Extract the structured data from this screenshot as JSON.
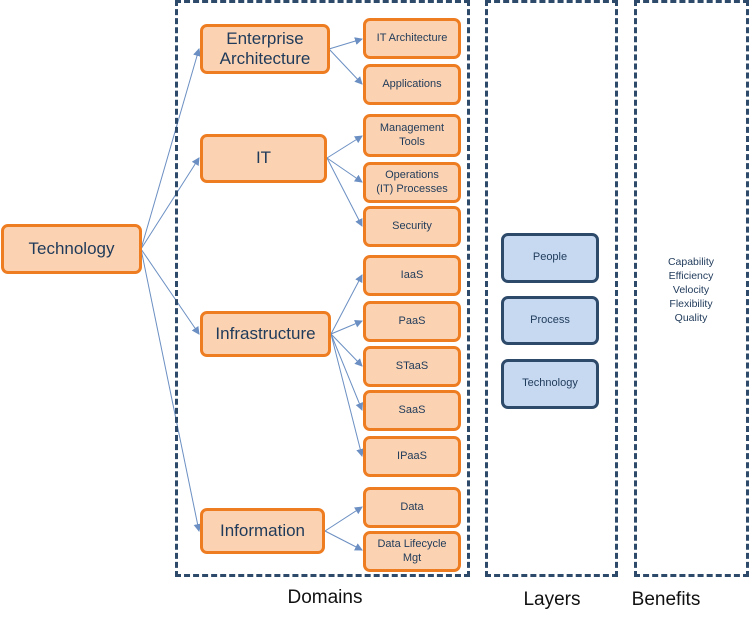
{
  "diagram": {
    "root": "Technology",
    "domains": [
      {
        "name": "Enterprise Architecture",
        "children": [
          "IT Architecture",
          "Applications"
        ]
      },
      {
        "name": "IT",
        "children": [
          "Management Tools",
          "Operations (IT) Processes",
          "Security"
        ]
      },
      {
        "name": "Infrastructure",
        "children": [
          "IaaS",
          "PaaS",
          "STaaS",
          "SaaS",
          "IPaaS"
        ]
      },
      {
        "name": "Information",
        "children": [
          "Data",
          "Data Lifecycle Mgt"
        ]
      }
    ],
    "layers": [
      "People",
      "Process",
      "Technology"
    ],
    "benefits": [
      "Capability",
      "Efficiency",
      "Velocity",
      "Flexibility",
      "Quality"
    ],
    "captions": {
      "domains": "Domains",
      "layers": "Layers",
      "benefits": "Benefits"
    }
  },
  "colors": {
    "orange_fill": "#fbd3b2",
    "orange_border": "#ee7d22",
    "blue_fill": "#c6d9f1",
    "dark_border": "#2e4a6b",
    "arrow": "#6b8fc2"
  }
}
